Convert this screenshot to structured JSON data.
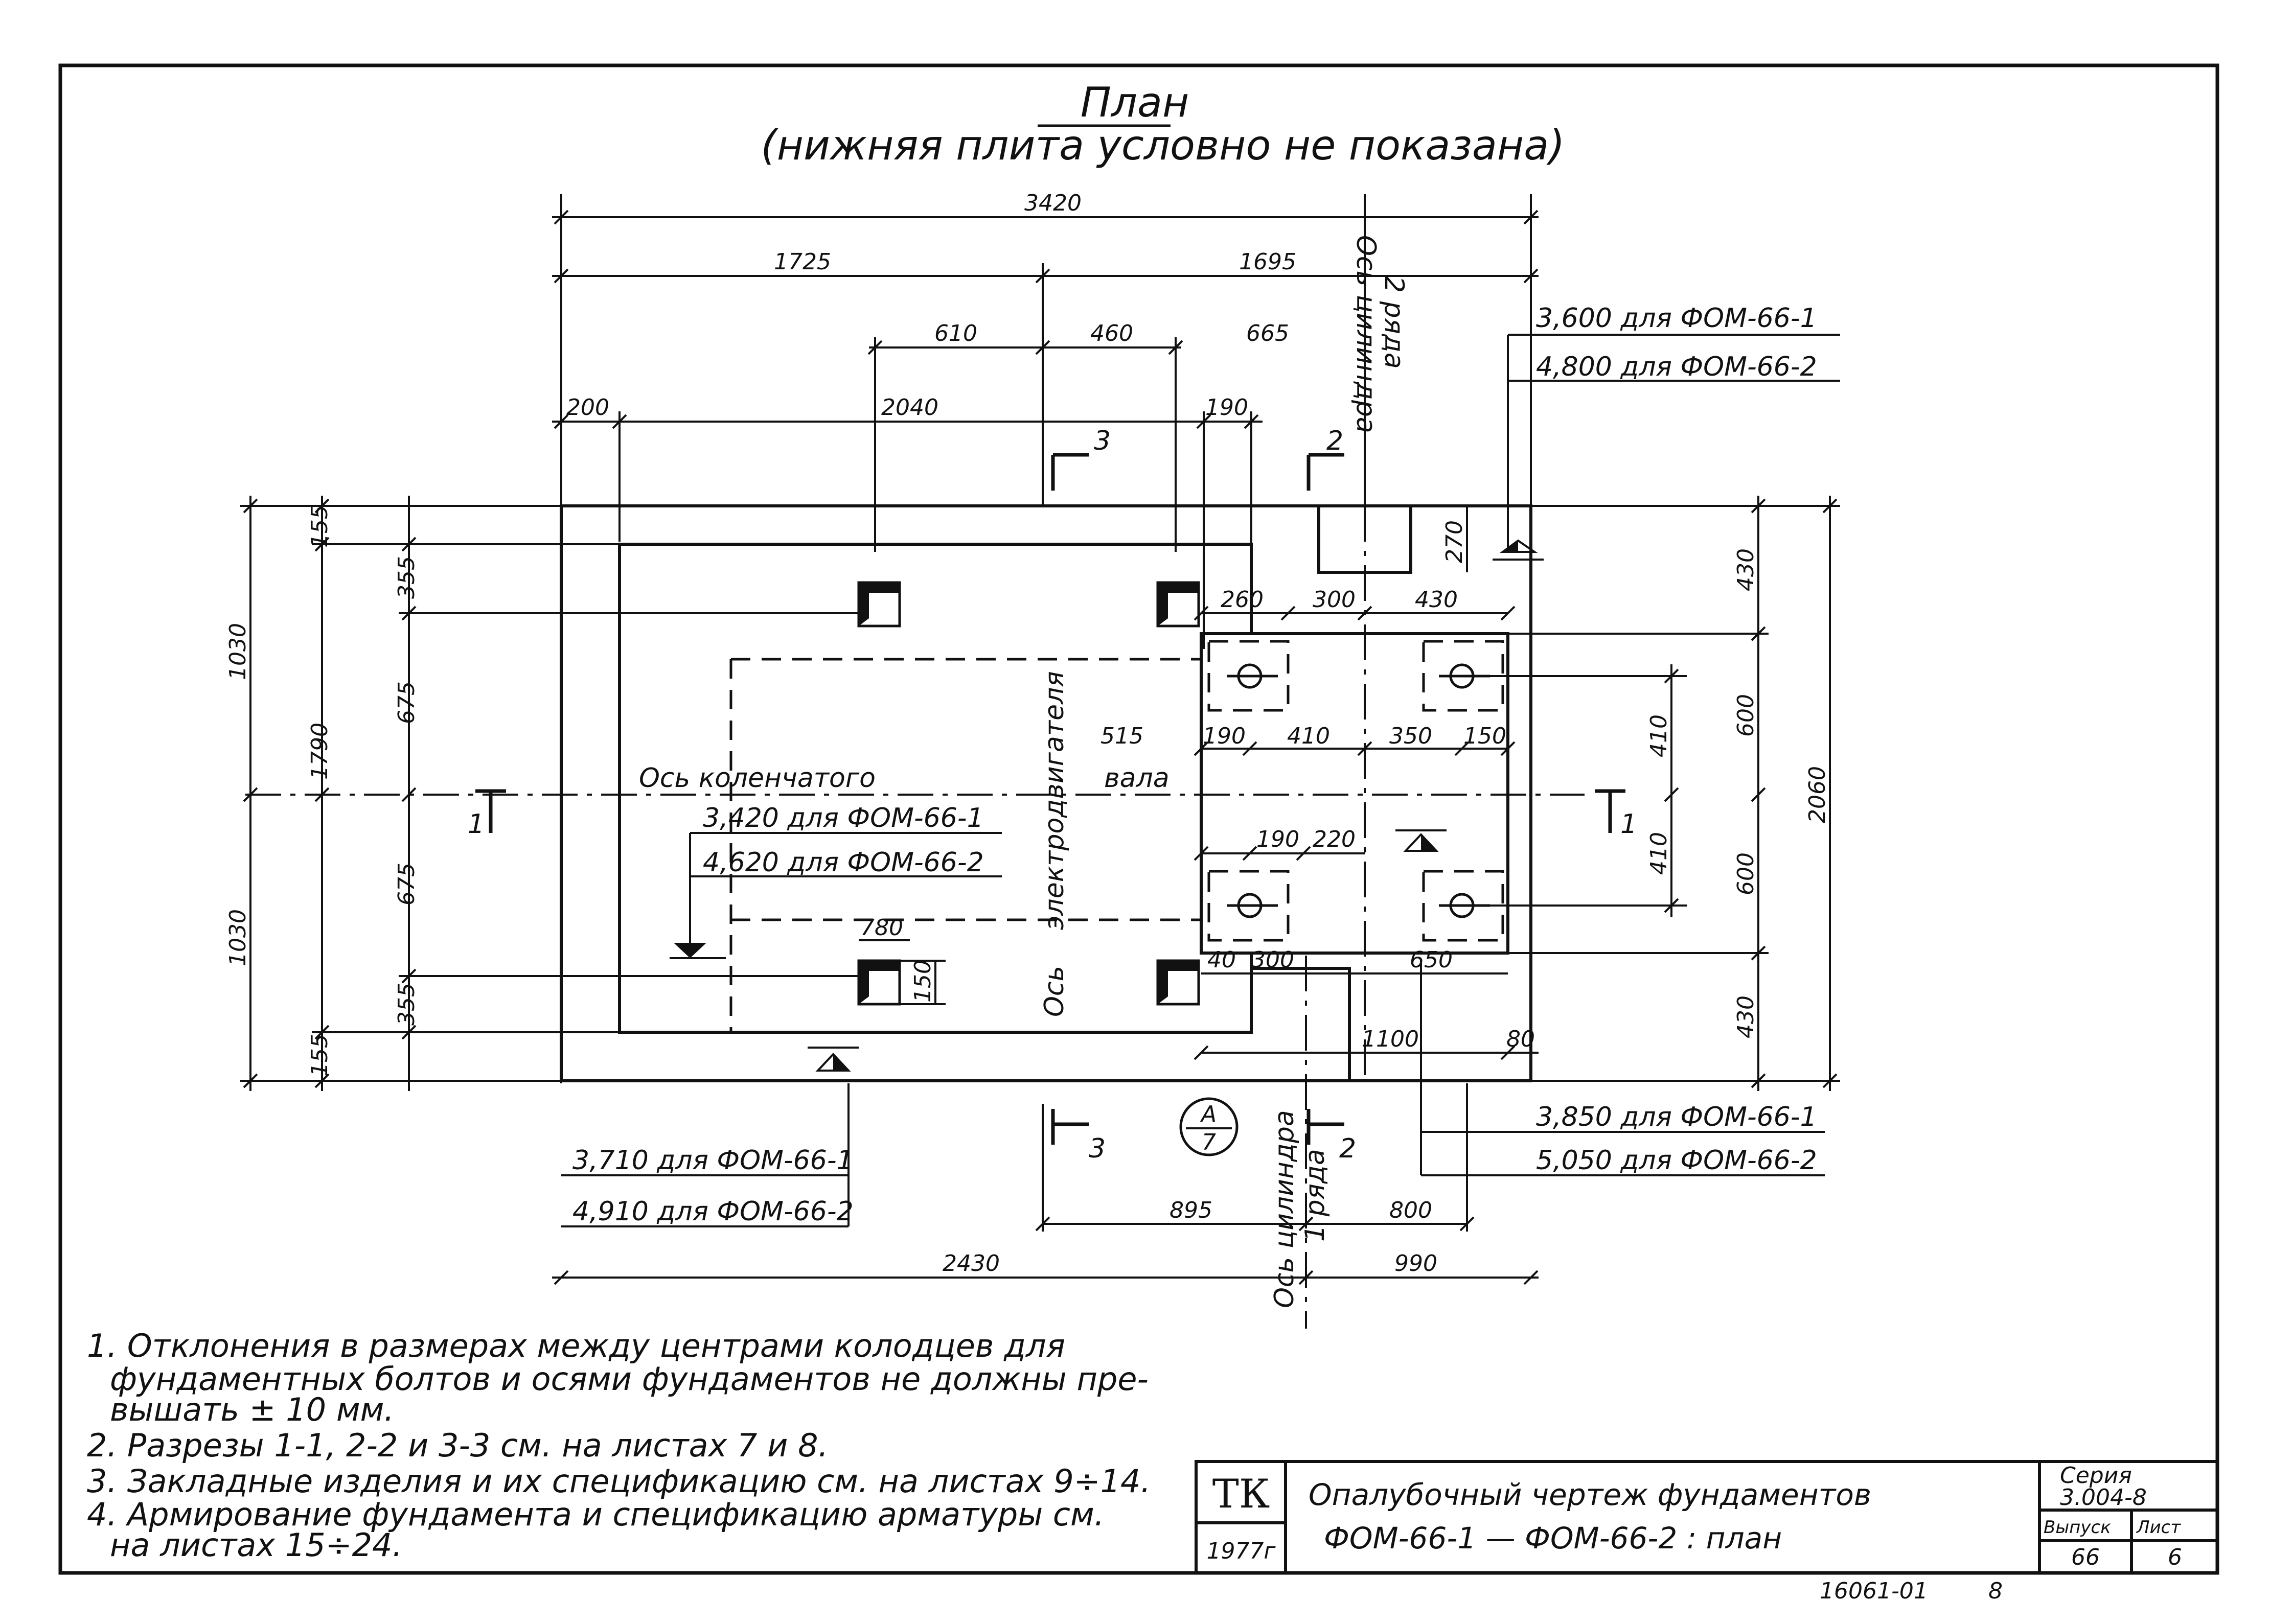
{
  "title": "План",
  "subtitle": "(нижняя плита условно не показана)",
  "dimensions": {
    "overall_width": "3420",
    "left_part": "1725",
    "right_part": "1695",
    "d610": "610",
    "d460": "460",
    "d665": "665",
    "d200": "200",
    "d2040": "2040",
    "d190_top": "190",
    "left_155_top": "155",
    "left_355_top": "355",
    "left_675_top": "675",
    "left_675_bot": "675",
    "left_355_bot": "355",
    "left_155_bot": "155",
    "left_1030_top": "1030",
    "left_1790": "1790",
    "left_1030_bot": "1030",
    "d270": "270",
    "d260": "260",
    "d300_top": "300",
    "d430_top": "430",
    "d515": "515",
    "d190_mid": "190",
    "d410_mid": "410",
    "d350": "350",
    "d150": "150",
    "d190_low": "190",
    "d220": "220",
    "d40": "40",
    "d300_low": "300",
    "d650": "650",
    "d1100": "1100",
    "d80": "80",
    "d150_small": "150",
    "d780": "780",
    "right_410_top": "410",
    "right_410_bot": "410",
    "right_430_top": "430",
    "right_600_top": "600",
    "right_600_bot": "600",
    "right_430_bot": "430",
    "right_2060": "2060",
    "bottom_895": "895",
    "bottom_800": "800",
    "bottom_2430": "2430",
    "bottom_990": "990"
  },
  "levels": {
    "top_right_1": "3,600 для ФОМ-66-1",
    "top_right_2": "4,800 для ФОМ-66-2",
    "mid_1": "3,420 для ФОМ-66-1",
    "mid_2": "4,620 для ФОМ-66-2",
    "bot_left_1": "3,710 для ФОМ-66-1",
    "bot_left_2": "4,910 для ФОМ-66-2",
    "bot_right_1": "3,850 для ФОМ-66-1",
    "bot_right_2": "5,050 для ФОМ-66-2"
  },
  "axes": {
    "cyl_2_line1": "Ось цилиндра",
    "cyl_2_line2": "2 ряда",
    "cyl_1_line1": "Ось цилиндра",
    "cyl_1_line2": "1 ряда",
    "shaft_1": "Ось коленчатого",
    "shaft_2": "вала",
    "motor_1": "Ось",
    "motor_2": "электродвигателя"
  },
  "sections": {
    "s1_left": "1",
    "s1_right": "1",
    "s2_top": "2",
    "s2_bot": "2",
    "s3_top": "3",
    "s3_bot": "3",
    "callout_top": "А",
    "callout_bot": "7"
  },
  "notes": [
    "1. Отклонения в размерах между центрами колодцев для",
    "фундаментных болтов и осями фундаментов не должны пре-",
    "вышать ± 10 мм.",
    "2. Разрезы 1-1, 2-2 и 3-3 см. на листах 7 и 8.",
    "3. Закладные изделия и их спецификацию см. на листах 9÷14.",
    "4. Армирование фундамента и спецификацию арматуры см.",
    "на листах 15÷24."
  ],
  "stamp": {
    "org": "ТК",
    "year": "1977г",
    "title_1": "Опалубочный чертеж фундаментов",
    "title_2": "ФОМ-66-1 — ФОМ-66-2 : план",
    "series_label": "Серия",
    "series_value": "3.004-8",
    "issue_label": "Выпуск",
    "issue_value": "66",
    "sheet_label": "Лист",
    "sheet_value": "6"
  },
  "footer": {
    "number": "16061-01",
    "page": "8"
  }
}
